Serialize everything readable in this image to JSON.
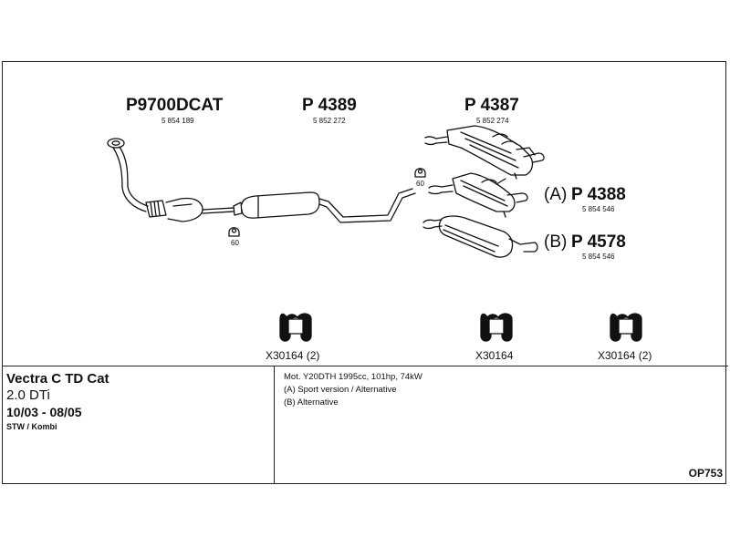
{
  "parts": {
    "front": {
      "part_number": "P9700DCAT",
      "oem_number": "5 854 189"
    },
    "middle": {
      "part_number": "P 4389",
      "oem_number": "5 852 272"
    },
    "rear": {
      "part_number": "P 4387",
      "oem_number": "5 852 274"
    },
    "rear_a": {
      "variant": "(A)",
      "part_number": "P 4388",
      "oem_number": "5 854 546"
    },
    "rear_b": {
      "variant": "(B)",
      "part_number": "P 4578",
      "oem_number": "5 854 546"
    }
  },
  "hanger_labels": {
    "left": "60",
    "right": "60"
  },
  "brackets": [
    {
      "code": "X30164 (2)"
    },
    {
      "code": "X30164"
    },
    {
      "code": "X30164 (2)"
    }
  ],
  "vehicle": {
    "title": "Vectra C TD Cat",
    "engine": "2.0 DTi",
    "years": "10/03 - 08/05",
    "body": "STW / Kombi"
  },
  "notes": {
    "line1": "Mot. Y20DTH 1995cc, 101hp, 74kW",
    "line2": "(A) Sport version / Alternative",
    "line3": "(B) Alternative"
  },
  "diagram_code": "OP753"
}
